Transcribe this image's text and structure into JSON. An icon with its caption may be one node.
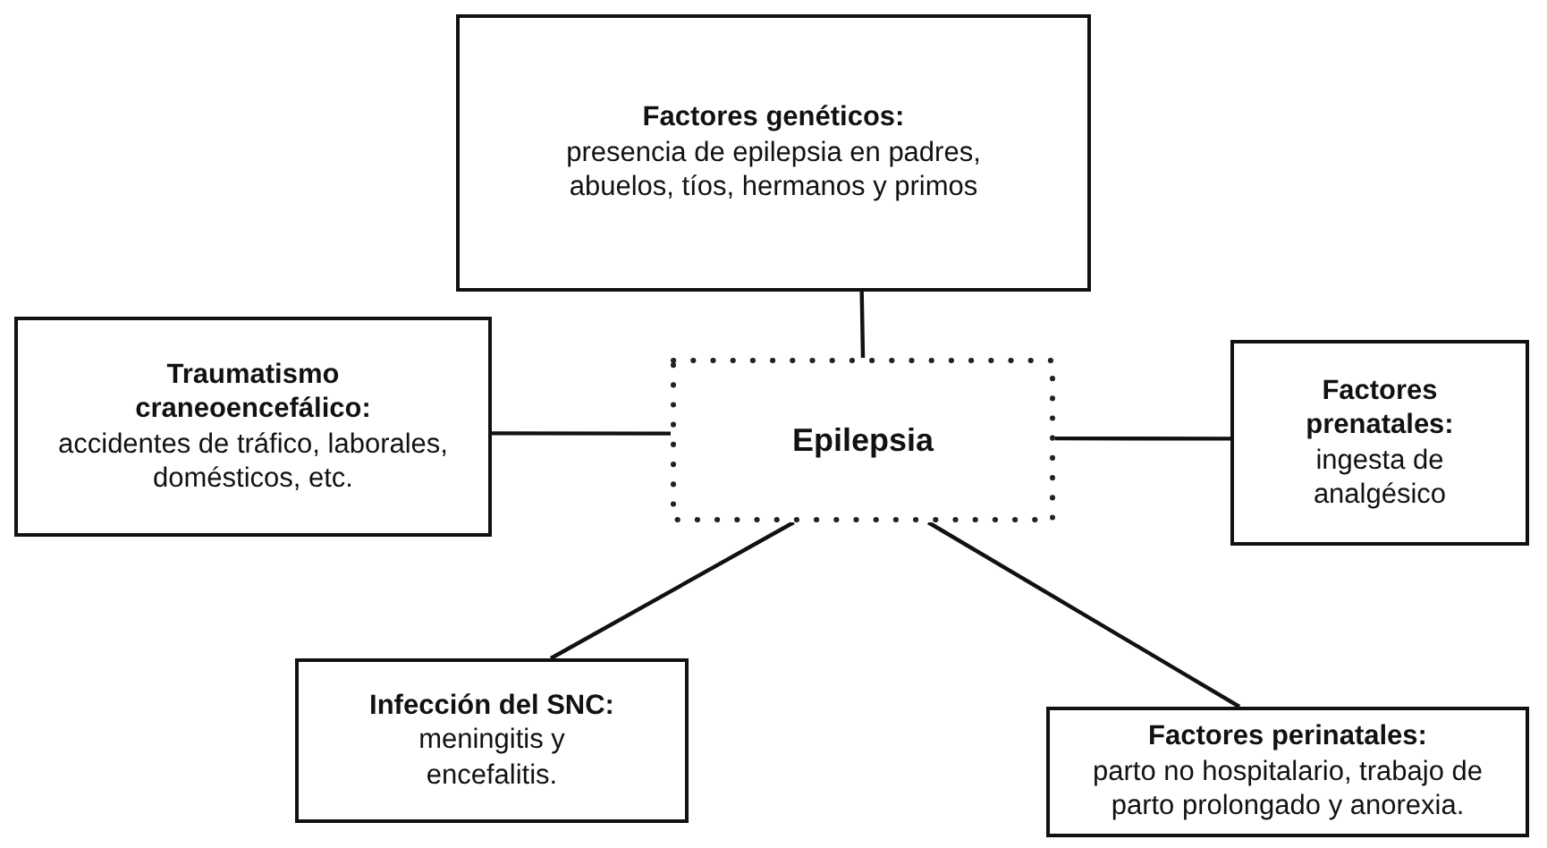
{
  "diagram": {
    "nodes": [
      {
        "text": [
          "Epilepsia"
        ]
      },
      {
        "text": [
          "Factores genéticos:",
          "presencia de epilepsia en padres, abuelos, tíos, hermanos y primos"
        ]
      },
      {
        "text": [
          "Traumatismo craneoencefálico:",
          "accidentes de tráfico, laborales, domésticos, etc."
        ]
      },
      {
        "text": [
          "Factores prenatales:",
          "ingesta de analgésico"
        ]
      },
      {
        "text": [
          "Infección del SNC:",
          "meningitis y encefalitis."
        ]
      },
      {
        "text": [
          "Factores perinatales:",
          "parto no hospitalario, trabajo de parto prolongado y anorexia."
        ]
      }
    ],
    "edges": [
      {
        "from": 0,
        "to": 1,
        "arrow": "none"
      },
      {
        "from": 0,
        "to": 2,
        "arrow": "none"
      },
      {
        "from": 0,
        "to": 3,
        "arrow": "none"
      },
      {
        "from": 0,
        "to": 4,
        "arrow": "none"
      },
      {
        "from": 0,
        "to": 5,
        "arrow": "none"
      }
    ]
  }
}
